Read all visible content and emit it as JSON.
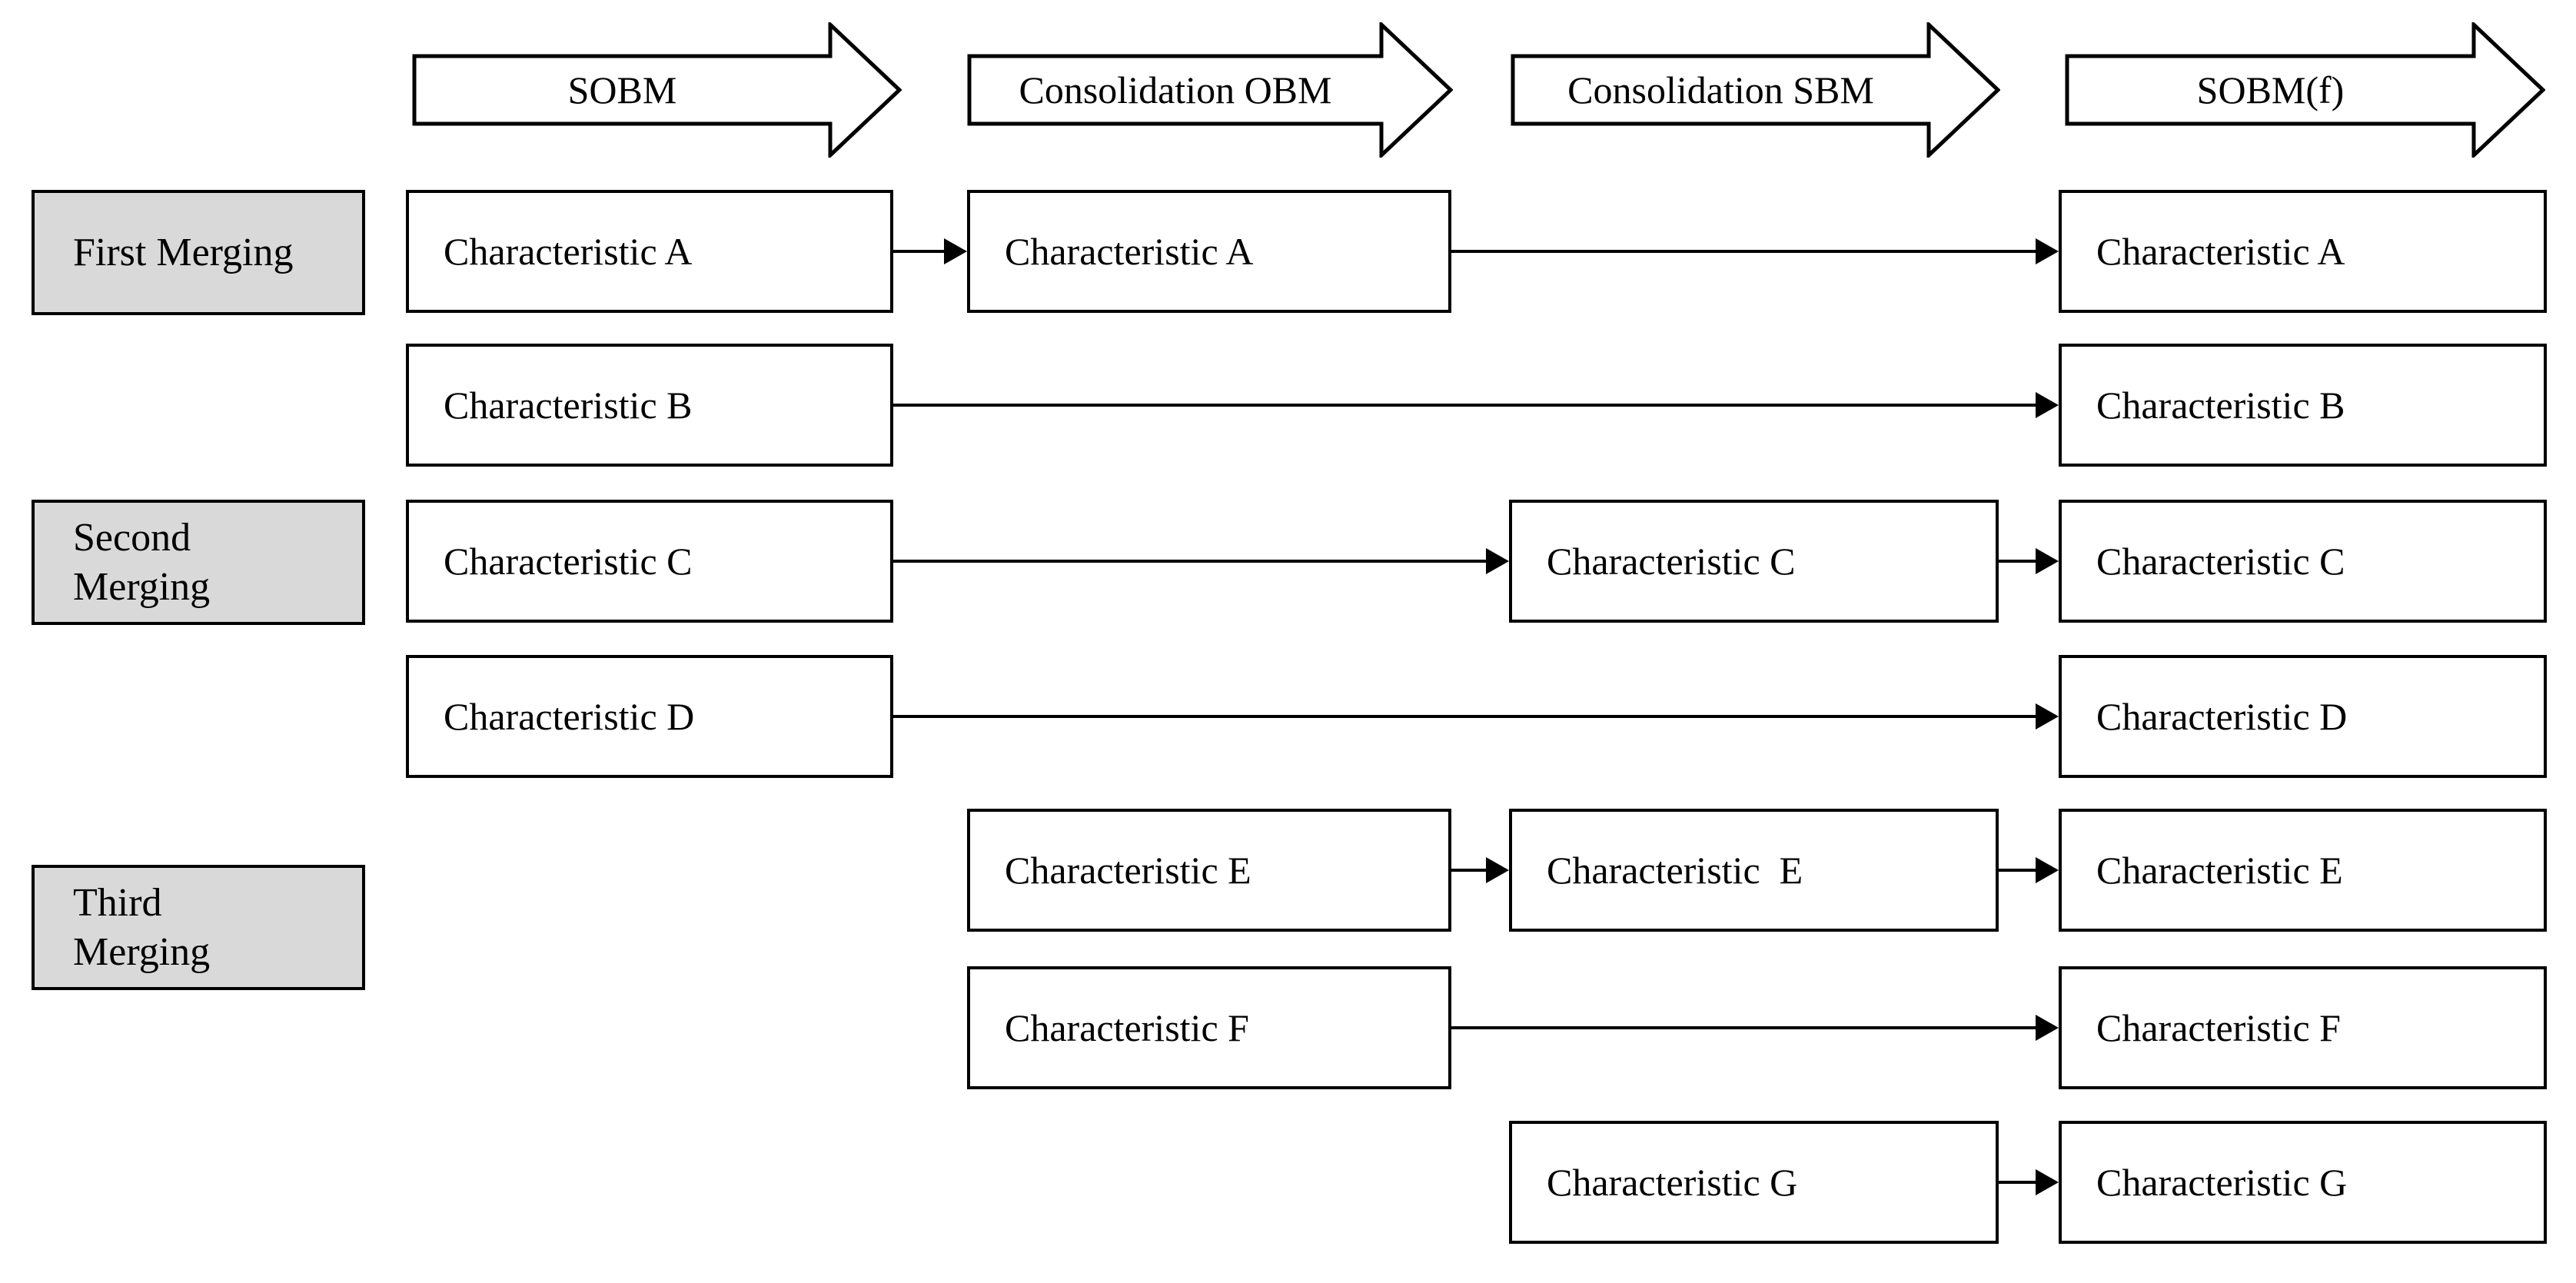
{
  "diagram": {
    "title_semantic": "Characteristic merging flow across business model stages",
    "stages": [
      {
        "label": "SOBM"
      },
      {
        "label": "Consolidation OBM"
      },
      {
        "label": "Consolidation SBM"
      },
      {
        "label": "SOBM(f)"
      }
    ],
    "merge_groups": [
      {
        "label": "First Merging"
      },
      {
        "label": "Second\nMerging"
      },
      {
        "label": "Third\nMerging"
      }
    ],
    "rows": [
      {
        "id": "A",
        "boxes": {
          "sobm": "Characteristic A",
          "consolidation_obm": "Characteristic A",
          "sobm_f": "Characteristic A"
        }
      },
      {
        "id": "B",
        "boxes": {
          "sobm": "Characteristic B",
          "sobm_f": "Characteristic B"
        }
      },
      {
        "id": "C",
        "boxes": {
          "sobm": "Characteristic C",
          "consolidation_sbm": "Characteristic C",
          "sobm_f": "Characteristic C"
        }
      },
      {
        "id": "D",
        "boxes": {
          "sobm": "Characteristic D",
          "sobm_f": "Characteristic D"
        }
      },
      {
        "id": "E",
        "boxes": {
          "consolidation_obm": "Characteristic E",
          "consolidation_sbm": "Characteristic  E",
          "sobm_f": "Characteristic E"
        }
      },
      {
        "id": "F",
        "boxes": {
          "consolidation_obm": "Characteristic F",
          "sobm_f": "Characteristic F"
        }
      },
      {
        "id": "G",
        "boxes": {
          "consolidation_sbm": "Characteristic G",
          "sobm_f": "Characteristic G"
        }
      }
    ],
    "colors": {
      "background": "#ffffff",
      "box_fill": "#ffffff",
      "group_fill": "#d9d9d9",
      "line": "#000000"
    }
  }
}
